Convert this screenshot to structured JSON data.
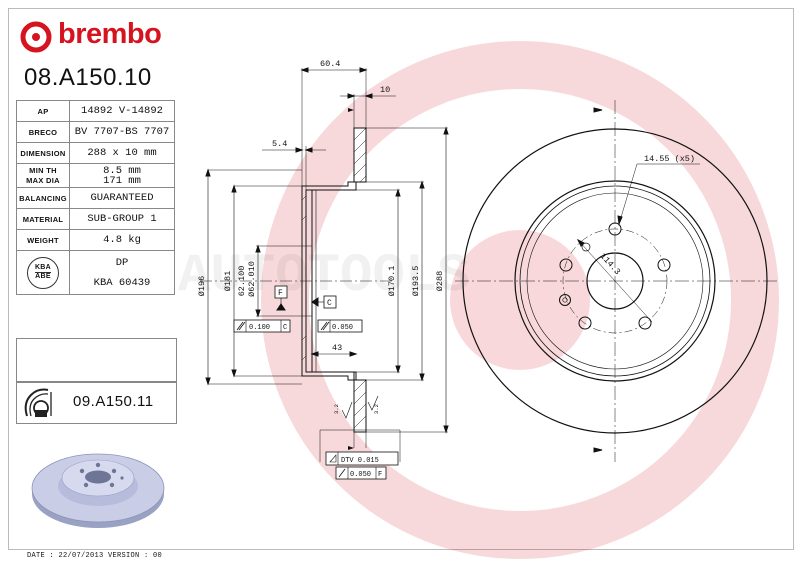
{
  "brand": {
    "name": "brembo",
    "color": "#d6141f"
  },
  "part_number": "08.A150.10",
  "specs": [
    {
      "key": "AP",
      "value": "14892 V-14892"
    },
    {
      "key": "BRECO",
      "value": "BV 7707-BS 7707"
    },
    {
      "key": "DIMENSION",
      "value": "288 x 10 mm"
    },
    {
      "key_lines": [
        "MIN TH",
        "MAX DIA"
      ],
      "value_lines": [
        "8.5 mm",
        "171 mm"
      ]
    },
    {
      "key": "BALANCING",
      "value": "GUARANTEED"
    },
    {
      "key": "MATERIAL",
      "value": "SUB-GROUP 1"
    },
    {
      "key": "WEIGHT",
      "value": "4.8 kg"
    },
    {
      "badge": [
        "KBA",
        "ABE"
      ],
      "value_lines": [
        "DP",
        "KBA 60439"
      ]
    }
  ],
  "alt_part_number": "09.A150.11",
  "footer": "DATE : 22/07/2013 VERSION : 00",
  "watermark": "AUTOTOOLS",
  "section_dims": {
    "top_width": "60.4",
    "thickness": "10",
    "hat_offset": "5.4",
    "d196": "Ø196",
    "d181": "Ø181",
    "d62_100": "62.100",
    "d62_010": "Ø62.010",
    "d170_1": "Ø170.1",
    "d193_5": "Ø193.5",
    "d288": "Ø288",
    "hat_depth": "43",
    "datum_f": "F",
    "datum_c": "C",
    "tol_left": "0.100",
    "tol_left_ref": "C",
    "tol_right": "0.050",
    "dtv": "DTV 0.015",
    "flat": "0.050",
    "flat_ref": "F",
    "rough_1": "3.2",
    "rough_2": "3.2"
  },
  "front_dims": {
    "holes": "14.55 (x5)",
    "pcd": "114.3"
  }
}
